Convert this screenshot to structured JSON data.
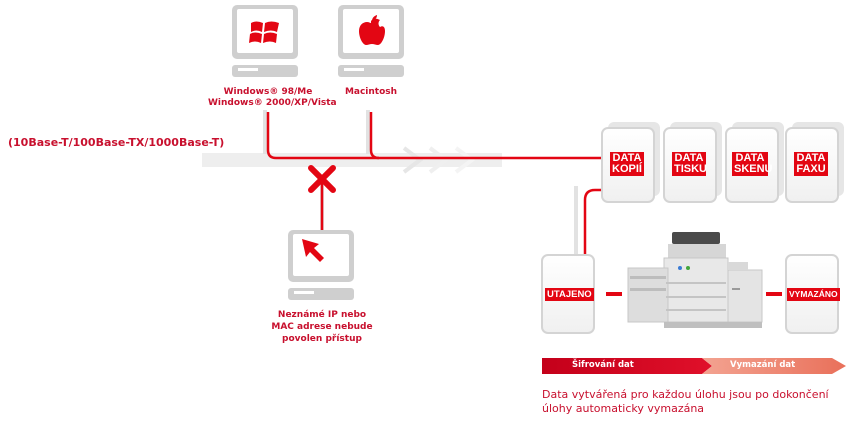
{
  "network": {
    "label": "(10Base-T/100Base-TX/1000Base-T)"
  },
  "computers": {
    "windows": {
      "line1": "Windows® 98/Me",
      "line2": "Windows® 2000/XP/Vista"
    },
    "mac": {
      "label": "Macintosh"
    },
    "unknown": {
      "line1": "Neznámé IP nebo",
      "line2": "MAC adrese nebude",
      "line3": "povolen přístup"
    }
  },
  "data_docs": [
    {
      "line1": "DATA",
      "line2": "KOPIÍ"
    },
    {
      "line1": "DATA",
      "line2": "TISKU"
    },
    {
      "line1": "DATA",
      "line2": "SKENU"
    },
    {
      "line1": "DATA",
      "line2": "FAXU"
    }
  ],
  "security": {
    "encrypted_label": "UTAJENO",
    "erased_label": "VYMAZÁNO"
  },
  "process_bar": {
    "encrypt": "Šifrování dat",
    "erase": "Vymazání dat"
  },
  "note": {
    "line1": "Data vytvářená pro každou úlohu jsou po dokončení",
    "line2": "úlohy automaticky vymazána"
  },
  "colors": {
    "brand_red": "#e30613",
    "label_red": "#c8102e",
    "grey": "#d9d9d9",
    "dark_grey": "#a6a6a6",
    "salmon": "#f08a75"
  }
}
